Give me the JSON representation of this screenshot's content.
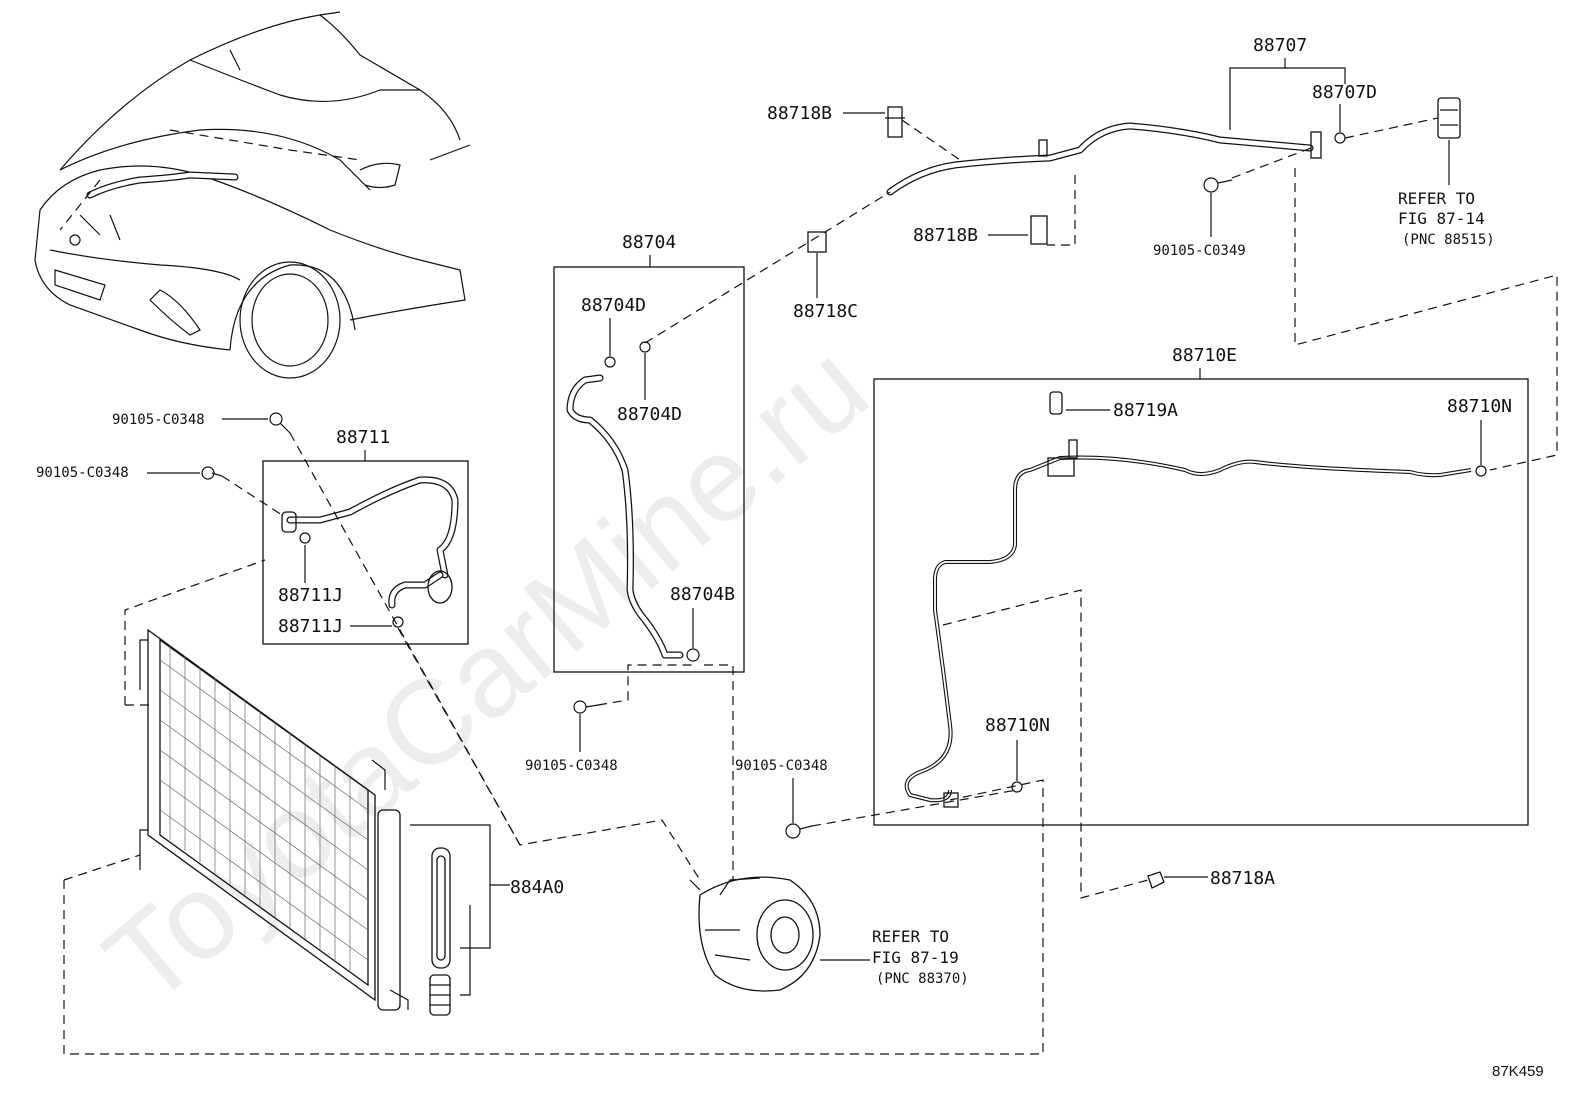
{
  "diagram": {
    "watermark": "ToyotaCarMine.ru",
    "code": "87K459",
    "parts": {
      "p88707": "88707",
      "p88707D": "88707D",
      "p88718B_top": "88718B",
      "p88718B_mid": "88718B",
      "p88718C": "88718C",
      "p90105_C0349": "90105-C0349",
      "p88704": "88704",
      "p88704D_a": "88704D",
      "p88704D_b": "88704D",
      "p88704B": "88704B",
      "p88710E": "88710E",
      "p88719A": "88719A",
      "p88710N_a": "88710N",
      "p88710N_b": "88710N",
      "p88711": "88711",
      "p88711J_a": "88711J",
      "p88711J_b": "88711J",
      "p90105_C0348_a": "90105-C0348",
      "p90105_C0348_b": "90105-C0348",
      "p90105_C0348_c": "90105-C0348",
      "p90105_C0348_d": "90105-C0348",
      "p884A0": "884A0",
      "p88718A": "88718A"
    },
    "refs": {
      "ref1_l1": "REFER TO",
      "ref1_l2": "FIG 87-14",
      "ref1_l3": "(PNC 88515)",
      "ref2_l1": "REFER TO",
      "ref2_l2": "FIG 87-19",
      "ref2_l3": "(PNC 88370)"
    }
  }
}
